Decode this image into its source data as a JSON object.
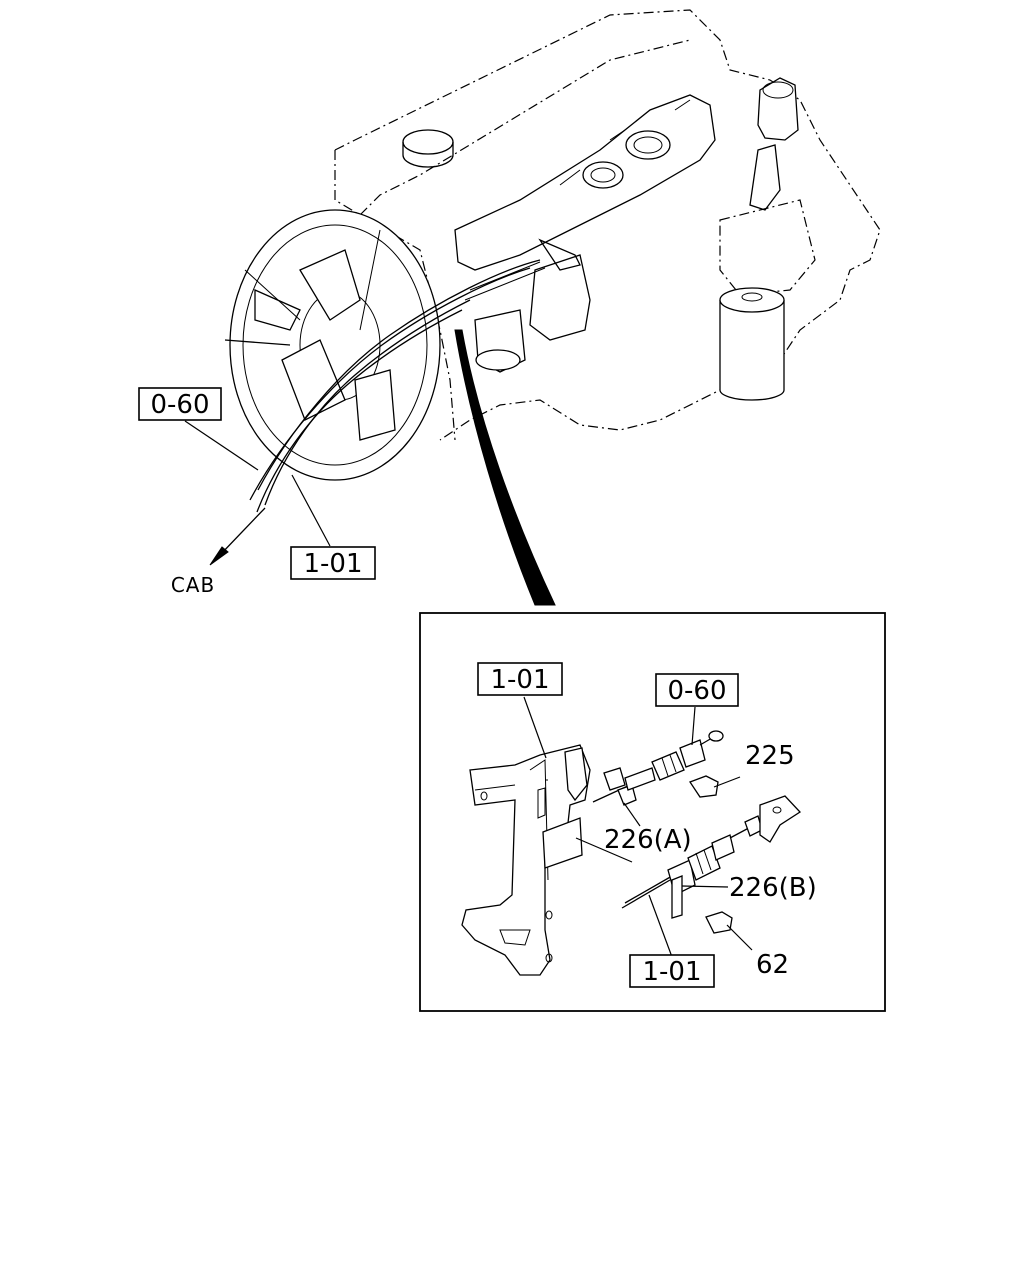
{
  "callouts": {
    "ref_0_60_top": "0-60",
    "ref_1_01_top": "1-01",
    "cab": "CAB",
    "ref_1_01_detail_top": "1-01",
    "ref_0_60_detail": "0-60",
    "part_225": "225",
    "part_226a": "226(A)",
    "part_226b": "226(B)",
    "ref_1_01_detail_bottom": "1-01",
    "part_62": "62"
  }
}
